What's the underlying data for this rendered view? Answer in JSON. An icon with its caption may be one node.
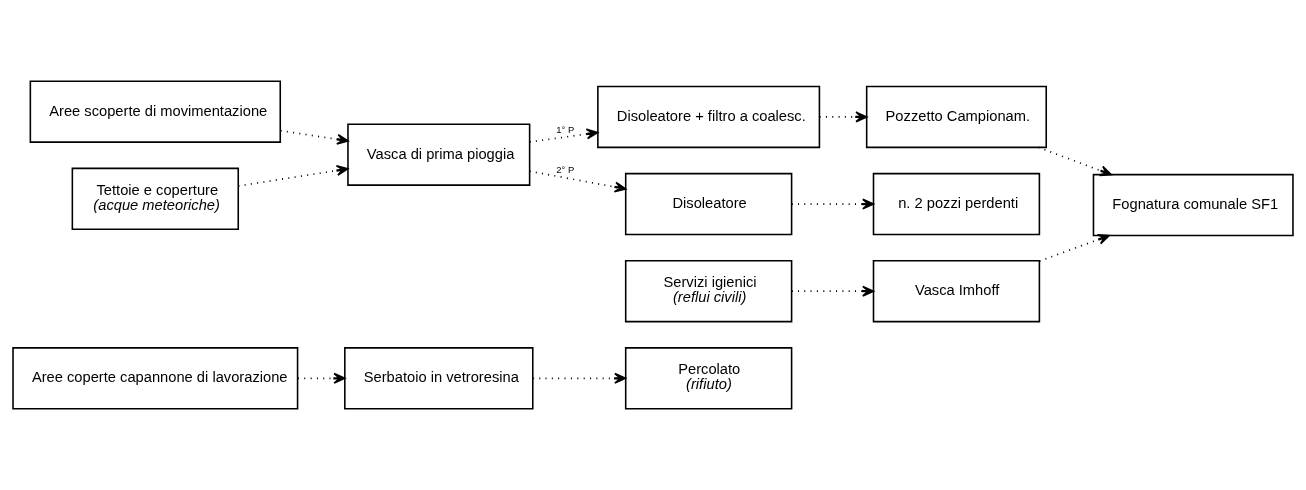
{
  "diagram": {
    "nodes": [
      {
        "text": [
          "Aree coperte capannone di lavorazione"
        ]
      },
      {
        "text": [
          "Serbatoio in vetroresina"
        ]
      },
      {
        "text": [
          "Percolato",
          "(rifiuto)"
        ]
      },
      {
        "text": [
          "Aree scoperte di movimentazione"
        ]
      },
      {
        "text": [
          "Vasca di prima pioggia"
        ]
      },
      {
        "text": [
          "Disoleatore + filtro a coalesc."
        ]
      },
      {
        "text": [
          "Pozzetto Campionam."
        ]
      },
      {
        "text": [
          "Fognatura comunale SF1"
        ]
      },
      {
        "text": [
          "Tettoie e coperture",
          "(acque meteoriche)"
        ]
      },
      {
        "text": [
          "Disoleatore"
        ]
      },
      {
        "text": [
          "n. 2 pozzi perdenti"
        ]
      },
      {
        "text": [
          "Servizi igienici",
          "(reflui civili)"
        ]
      },
      {
        "text": [
          "Vasca Imhoff"
        ]
      }
    ],
    "edges": [
      {
        "from": 0,
        "to": 1,
        "arrow": "to"
      },
      {
        "from": 1,
        "to": 2,
        "arrow": "to"
      },
      {
        "from": 3,
        "to": 4,
        "arrow": "to"
      },
      {
        "from": 8,
        "to": 4,
        "arrow": "to"
      },
      {
        "from": 4,
        "to": 5,
        "arrow": "to",
        "label": "1° P"
      },
      {
        "from": 5,
        "to": 6,
        "arrow": "to"
      },
      {
        "from": 6,
        "to": 7,
        "arrow": "to"
      },
      {
        "from": 4,
        "to": 9,
        "arrow": "to",
        "label": "2° P"
      },
      {
        "from": 9,
        "to": 10,
        "arrow": "to"
      },
      {
        "from": 11,
        "to": 12,
        "arrow": "to"
      },
      {
        "from": 12,
        "to": 7,
        "arrow": "to"
      }
    ]
  }
}
